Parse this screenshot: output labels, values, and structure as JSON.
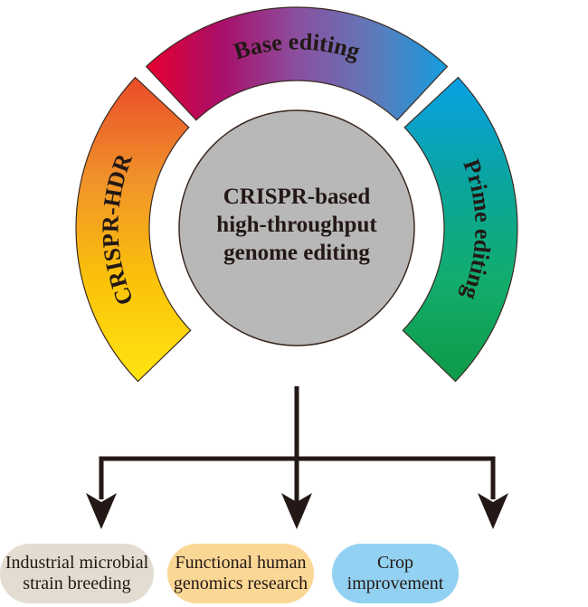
{
  "center": {
    "lines": [
      "CRISPR-based",
      "high-throughput",
      "genome editing"
    ],
    "fill": "#b8b8b8"
  },
  "segments": [
    {
      "id": "hdr",
      "label": "CRISPR-HDR",
      "gradient": [
        "#e94b2a",
        "#f0922a",
        "#fbc20a",
        "#ffe510"
      ]
    },
    {
      "id": "base",
      "label": "Base editing",
      "gradient": [
        "#e5002e",
        "#a90e6a",
        "#8b4f9f",
        "#5f79b8",
        "#159de0"
      ]
    },
    {
      "id": "prime",
      "label": "Prime editing",
      "gradient": [
        "#0aa0e6",
        "#0aa5a0",
        "#12ad6d",
        "#0e9a48"
      ]
    }
  ],
  "outcomes": [
    {
      "lines": [
        "Industrial microbial",
        "strain breeding"
      ],
      "color": "#e3ddd1"
    },
    {
      "lines": [
        "Functional human",
        "genomics research"
      ],
      "color": "#fbd795"
    },
    {
      "lines": [
        "Crop",
        "improvement"
      ],
      "color": "#92d1f1"
    }
  ]
}
